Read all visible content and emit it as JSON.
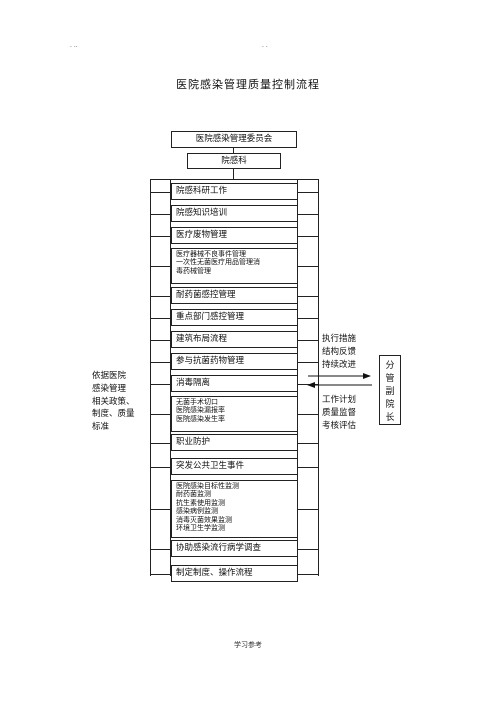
{
  "header_marks": {
    "left": ". ..",
    "right": ". ."
  },
  "title": "医院感染管理质量控制流程",
  "committee": "医院感染管理委员会",
  "dept": "院感科",
  "items": [
    {
      "lines": [
        "院感科研工作"
      ]
    },
    {
      "lines": [
        "院感知识培训"
      ]
    },
    {
      "lines": [
        "医疗废物管理"
      ]
    },
    {
      "lines": [
        "医疗器械不良事件管理",
        "一次性无菌医疗用品管理消",
        "毒药械管理"
      ]
    },
    {
      "lines": [
        "耐药菌感控管理"
      ]
    },
    {
      "lines": [
        "重点部门感控管理"
      ]
    },
    {
      "lines": [
        "建筑布局流程"
      ]
    },
    {
      "lines": [
        "参与抗菌药物管理"
      ]
    },
    {
      "lines": [
        "消毒隔离"
      ]
    },
    {
      "lines": [
        "无菌手术切口",
        "医院感染漏报率",
        "医院感染发生率"
      ]
    },
    {
      "lines": [
        "职业防护"
      ]
    },
    {
      "lines": [
        "突发公共卫生事件"
      ]
    },
    {
      "lines": [
        "医院感染目标性监测",
        "耐药菌监测",
        "抗生素使用监测",
        "感染病例监测",
        "消毒灭菌效果监测",
        "环境卫生学监测"
      ]
    },
    {
      "lines": [
        "协助感染流行病学调查"
      ]
    },
    {
      "lines": [
        "制定制度、操作流程"
      ]
    }
  ],
  "left_note": [
    "依据医院",
    "感染管理",
    "相关政策、",
    "制度、质量",
    "标准"
  ],
  "right_top": [
    "执行措施",
    "结构反馈",
    "持续改进"
  ],
  "right_bottom": [
    "工作计划",
    "质量监督",
    "考核评估"
  ],
  "leader": [
    "分",
    "管",
    "副",
    "院",
    "长"
  ],
  "footer": "学习参考"
}
